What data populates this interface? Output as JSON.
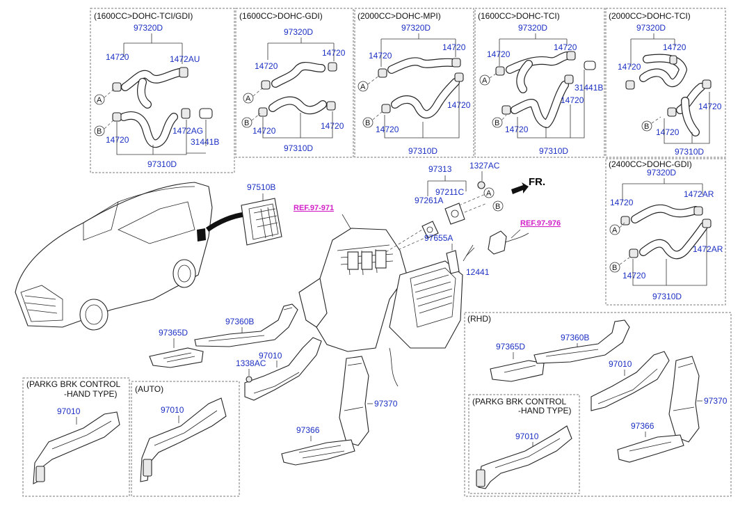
{
  "diagram": {
    "fr_label": "FR.",
    "connector_a": "A",
    "connector_b": "B",
    "refs": [
      "REF.97-971",
      "REF.97-976"
    ],
    "panels": {
      "p1": {
        "title": "(1600CC>DOHC-TCI/GDI)",
        "labels": [
          "97320D",
          "14720",
          "1472AU",
          "14720",
          "1472AG",
          "31441B",
          "97310D"
        ]
      },
      "p2": {
        "title": "(1600CC>DOHC-GDI)",
        "labels": [
          "97320D",
          "14720",
          "14720",
          "14720",
          "14720",
          "97310D"
        ]
      },
      "p3": {
        "title": "(2000CC>DOHC-MPI)",
        "labels": [
          "97320D",
          "14720",
          "14720",
          "14720",
          "14720",
          "97310D"
        ]
      },
      "p4": {
        "title": "(1600CC>DOHC-TCI)",
        "labels": [
          "97320D",
          "14720",
          "14720",
          "31441B",
          "14720",
          "14720",
          "97310D"
        ]
      },
      "p5": {
        "title": "(2000CC>DOHC-TCI)",
        "labels": [
          "97320D",
          "14720",
          "14720",
          "14720",
          "14720",
          "97310D"
        ]
      },
      "p6": {
        "title": "(2400CC>DOHC-GDI)",
        "labels": [
          "97320D",
          "14720",
          "1472AR",
          "1472AR",
          "14720",
          "97310D"
        ]
      }
    },
    "center_labels": [
      "97510B",
      "97313",
      "1327AC",
      "97211C",
      "97261A",
      "97655A",
      "12441",
      "97365D",
      "97360B",
      "1338AC",
      "97010",
      "97370",
      "97366"
    ],
    "parking_manual": {
      "title_line1": "(PARKG BRK CONTROL",
      "title_line2": "-HAND TYPE)",
      "label": "97010"
    },
    "auto": {
      "title": "(AUTO)",
      "label": "97010"
    },
    "rhd": {
      "title": "(RHD)",
      "labels": [
        "97365D",
        "97360B",
        "97010",
        "97370",
        "97366"
      ],
      "parking": {
        "title_line1": "(PARKG BRK CONTROL",
        "title_line2": "-HAND TYPE)",
        "label": "97010"
      }
    }
  }
}
